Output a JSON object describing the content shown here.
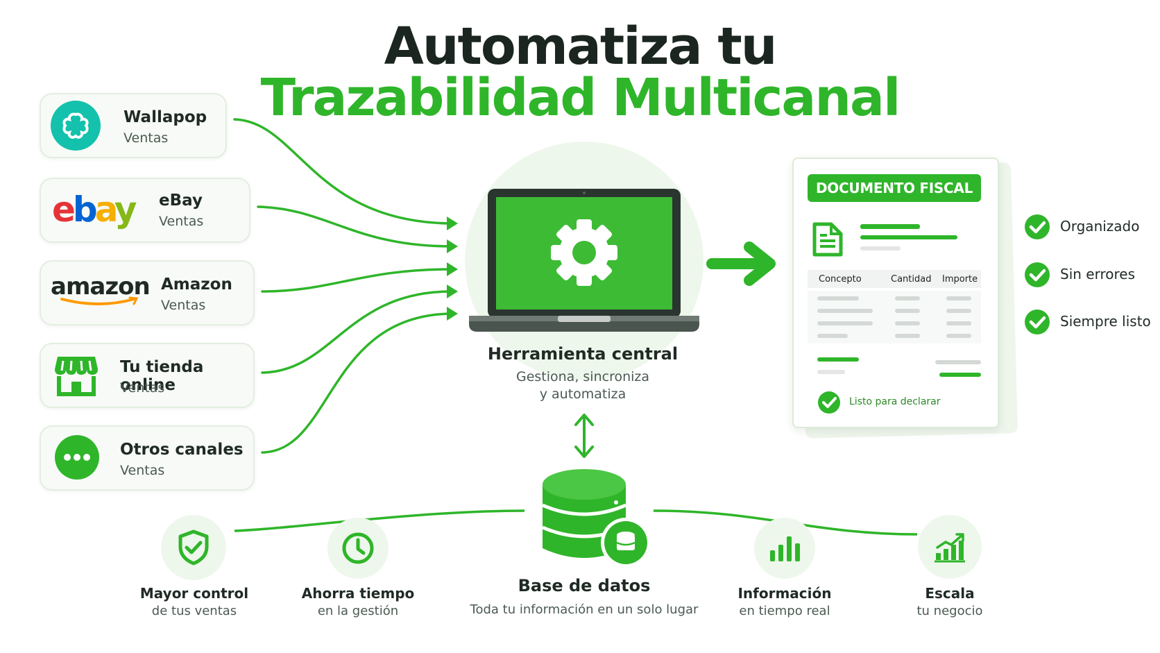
{
  "title": {
    "line1": "Automatiza tu",
    "line2": "Trazabilidad Multicanal"
  },
  "channels": [
    {
      "name": "Wallapop",
      "sub": "Ventas",
      "icon": "wallapop-logo"
    },
    {
      "name": "eBay",
      "sub": "Ventas",
      "icon": "ebay-logo",
      "logo_text": "ebay"
    },
    {
      "name": "Amazon",
      "sub": "Ventas",
      "icon": "amazon-logo",
      "logo_text": "amazon"
    },
    {
      "name": "Tu tienda online",
      "sub": "Ventas",
      "icon": "storefront-icon"
    },
    {
      "name": "Otros canales",
      "sub": "Ventas",
      "icon": "more-dots-icon"
    }
  ],
  "central": {
    "title": "Herramienta central",
    "sub1": "Gestiona, sincroniza",
    "sub2": "y automatiza"
  },
  "document": {
    "banner": "DOCUMENTO FISCAL",
    "columns": [
      "Concepto",
      "Cantidad",
      "Importe"
    ],
    "status": "Listo para declarar"
  },
  "benefits": [
    "Organizado",
    "Sin errores",
    "Siempre listo"
  ],
  "database": {
    "title": "Base de datos",
    "sub": "Toda tu información en un solo lugar"
  },
  "features": [
    {
      "title": "Mayor control",
      "sub": "de tus ventas",
      "icon": "shield-check-icon"
    },
    {
      "title": "Ahorra tiempo",
      "sub": "en la gestión",
      "icon": "clock-icon"
    },
    {
      "title": "Información",
      "sub": "en tiempo real",
      "icon": "bar-chart-icon"
    },
    {
      "title": "Escala",
      "sub": "tu negocio",
      "icon": "growth-chart-icon"
    }
  ],
  "colors": {
    "green": "#2fb52a",
    "dark": "#1c2621",
    "ebay_red": "#e53238",
    "ebay_blue": "#0064d2",
    "ebay_yellow": "#f5af02",
    "ebay_green": "#86b817",
    "amazon_orange": "#ff9900",
    "wallapop_teal": "#13c1ac"
  }
}
